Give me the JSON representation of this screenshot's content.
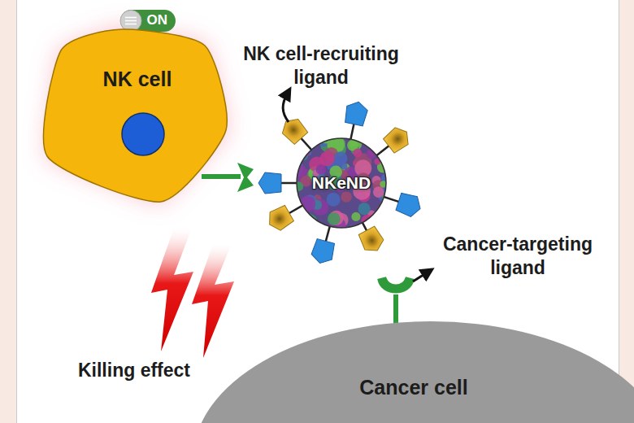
{
  "diagram": {
    "nodes": [
      {
        "text": [
          "ON"
        ]
      },
      {
        "text": [
          "NK cell"
        ]
      },
      {
        "text": [
          "NKeND"
        ]
      },
      {
        "text": [
          "Cancer cell"
        ]
      }
    ],
    "labels": [
      "NK cell-recruiting ligand",
      "Cancer-targeting ligand",
      "Killing effect"
    ]
  }
}
